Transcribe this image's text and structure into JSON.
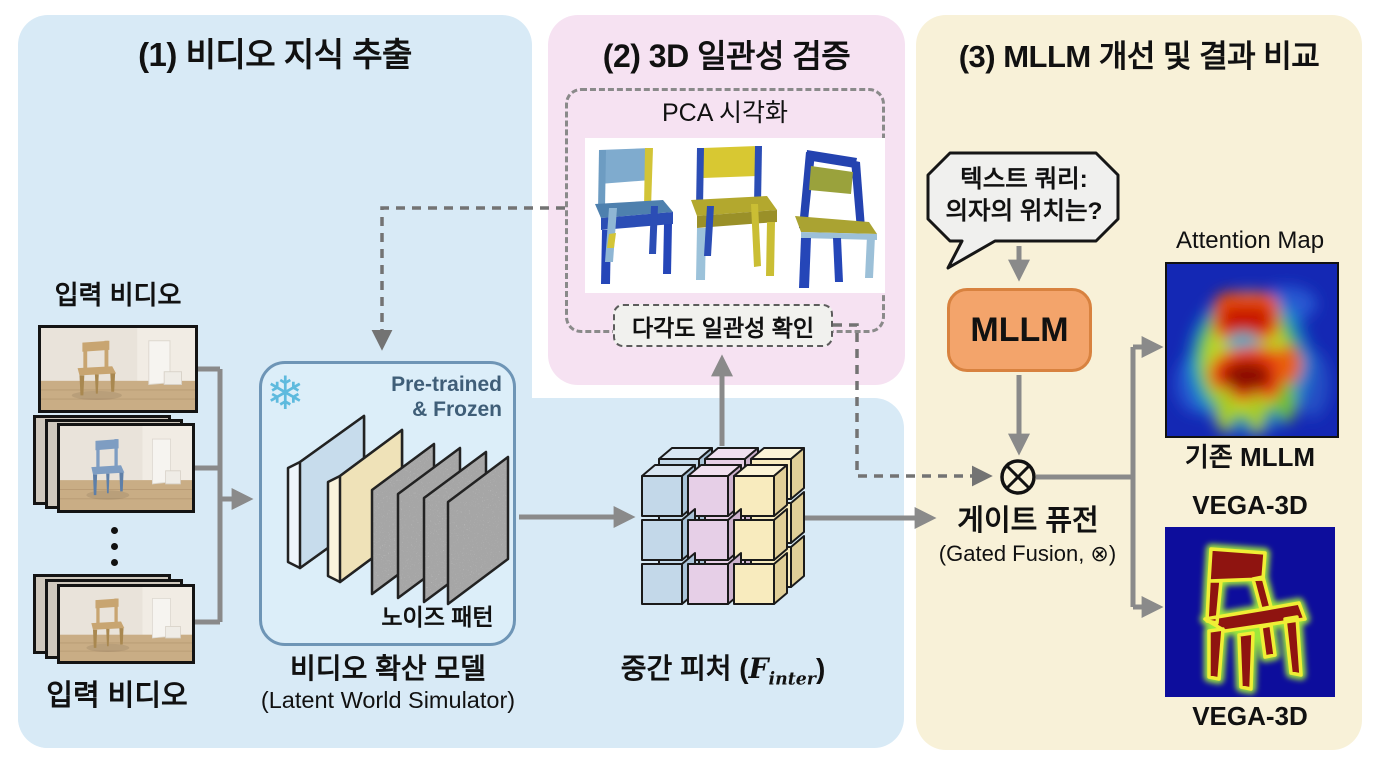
{
  "panels": {
    "p1_title": "(1) 비디오 지식 추출",
    "p2_title": "(2) 3D 일관성 검증",
    "p3_title": "(3) MLLM 개선 및 결과 비교"
  },
  "section1": {
    "input_video_top": "입력 비디오",
    "input_video_bottom": "입력 비디오",
    "snowflake_icon": "❄",
    "pretrained_line1": "Pre-trained",
    "pretrained_line2": "& Frozen",
    "noise_label": "노이즈 패턴",
    "model_title": "비디오 확산 모델",
    "model_subtitle": "(Latent World Simulator)",
    "feature_prefix": "중간 피처 (",
    "feature_symbol": "F",
    "feature_subscript": "inter",
    "feature_suffix": ")"
  },
  "section2": {
    "pca_label": "PCA 시각화",
    "consistency_label": "다각도 일관성 확인"
  },
  "section3": {
    "query_line1": "텍스트 쿼리:",
    "query_line2": "의자의 위치는?",
    "mllm_label": "MLLM",
    "fusion_title": "게이트 퓨전",
    "fusion_subtitle": "(Gated Fusion, ⊗)",
    "attention_map_label": "Attention Map",
    "baseline_label": "기존 MLLM",
    "vega_label_top": "VEGA-3D",
    "vega_label_bottom": "VEGA-3D"
  },
  "colors": {
    "panel_blue": "#d8eaf6",
    "panel_pink": "#f6e2f2",
    "panel_yellow": "#f8f1d8",
    "mllm_orange": "#f3a46b",
    "arrow_gray": "#8a8a8a",
    "frame1_chair": "#c8a571",
    "frame1_chair_dark": "#a98850",
    "frame2_chair": "#7e9dc2",
    "frame2_chair_dark": "#5e7fa8",
    "frame3_chair": "#c8a571",
    "frame3_chair_dark": "#a98850"
  }
}
